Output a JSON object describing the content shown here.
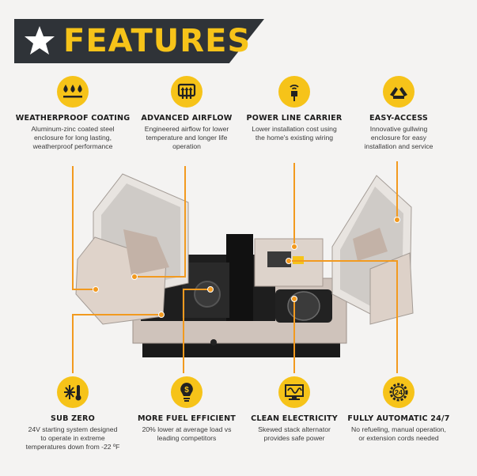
{
  "banner": {
    "title": "FEATURES",
    "icon": "star-icon"
  },
  "colors": {
    "accent": "#f6c319",
    "banner_bg": "#2f3338",
    "line": "#f29a1f"
  },
  "top_features": [
    {
      "title": "WEATHERPROOF COATING",
      "icon": "water-drops-icon",
      "desc": [
        "Aluminum-zinc coated steel",
        "enclosure for long lasting,",
        "weatherproof performance"
      ]
    },
    {
      "title": "ADVANCED AIRFLOW",
      "icon": "airflow-icon",
      "desc": [
        "Engineered airflow for lower",
        "temperature and longer life",
        "operation"
      ]
    },
    {
      "title": "POWER LINE CARRIER",
      "icon": "plug-signal-icon",
      "desc": [
        "Lower installation cost using",
        "the home's existing wiring"
      ]
    },
    {
      "title": "EASY-ACCESS",
      "icon": "gullwing-icon",
      "desc": [
        "Innovative gullwing",
        "enclosure for easy",
        "installation and service"
      ]
    }
  ],
  "bottom_features": [
    {
      "title": "SUB ZERO",
      "icon": "snowflake-thermometer-icon",
      "desc": [
        "24V starting system designed",
        "to operate in extreme",
        "temperatures down from -22 ºF"
      ]
    },
    {
      "title": "MORE FUEL EFFICIENT",
      "icon": "dollar-bulb-icon",
      "desc": [
        "20% lower at average load vs",
        "leading competitors"
      ]
    },
    {
      "title": "CLEAN ELECTRICITY",
      "icon": "monitor-wave-icon",
      "desc": [
        "Skewed stack alternator",
        "provides safe power"
      ]
    },
    {
      "title": "FULLY AUTOMATIC 24/7",
      "icon": "gear-24-icon",
      "desc": [
        "No refueling, manual operation,",
        "or extension cords needed"
      ]
    }
  ]
}
